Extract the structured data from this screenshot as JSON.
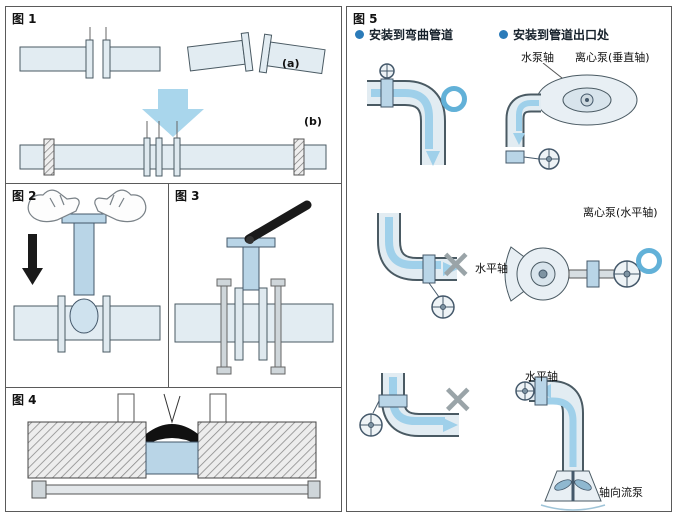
{
  "figures": {
    "fig1": {
      "label": "图 1",
      "sub_labels": {
        "a": "(a)",
        "b": "(b)"
      }
    },
    "fig2": {
      "label": "图 2"
    },
    "fig3": {
      "label": "图 3"
    },
    "fig4": {
      "label": "图 4"
    },
    "fig5": {
      "label": "图 5",
      "legend": [
        {
          "text": "安装到弯曲管道"
        },
        {
          "text": "安装到管道出口处"
        }
      ],
      "annotations": {
        "pump_shaft": "水泵轴",
        "centrifugal_pump_vertical_shaft": "离心泵(垂直轴)",
        "centrifugal_pump_horizontal_shaft": "离心泵(水平轴)",
        "horizontal_shaft_row2": "水平轴",
        "horizontal_shaft_row3": "水平轴",
        "axial_flow_pump": "轴向流泵"
      },
      "marks": {
        "ok": "○",
        "bad": "×"
      }
    }
  },
  "icons": {
    "legend_bullet": "blue-dot",
    "ok_mark": "blue-circle-outline-correct-installation",
    "bad_mark": "gray-cross-incorrect-installation",
    "handwheel": "valve-handwheel",
    "flow_arrow": "blue-flow-arrow",
    "big_arrow": "blue-down-arrow"
  },
  "colors": {
    "legend_bullet": "#2b7bb9",
    "ok_mark": "#62b1d8",
    "bad_mark": "#9aa4a8",
    "flow_arrow": "#9fd0ea",
    "big_arrow": "#a9d6ec",
    "pipe_fill": "#e2ecf2",
    "pipe_stroke": "#4a5a63",
    "valve_fill": "#b9d5e7",
    "panel_border": "#5a5a5a",
    "background": "#ffffff"
  }
}
